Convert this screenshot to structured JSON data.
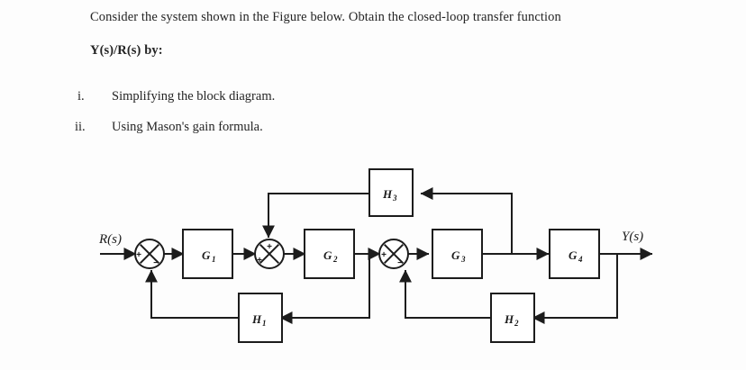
{
  "document": {
    "stem": {
      "line1": "Consider the system shown in the Figure below. Obtain the closed-loop transfer function",
      "line2": "Y(s)/R(s) by:"
    },
    "tasks": [
      {
        "marker": "i.",
        "text": "Simplifying the block diagram."
      },
      {
        "marker": "ii.",
        "text": "Using Mason's gain formula."
      }
    ]
  },
  "diagram": {
    "input_label": "R(s)",
    "output_label": "Y(s)",
    "blocks": [
      {
        "id": "G1",
        "base": "G",
        "sub": "1"
      },
      {
        "id": "G2",
        "base": "G",
        "sub": "2"
      },
      {
        "id": "G3",
        "base": "G",
        "sub": "3"
      },
      {
        "id": "G4",
        "base": "G",
        "sub": "4"
      },
      {
        "id": "H1",
        "base": "H",
        "sub": "1"
      },
      {
        "id": "H2",
        "base": "H",
        "sub": "2"
      },
      {
        "id": "H3",
        "base": "H",
        "sub": "3"
      }
    ],
    "summing_junctions": [
      {
        "id": "S1",
        "left_sign": "+",
        "bottom_sign": "−"
      },
      {
        "id": "S2",
        "left_sign": "+",
        "top_sign": "+"
      },
      {
        "id": "S3",
        "left_sign": "+",
        "bottom_sign": "−"
      }
    ],
    "colors": {
      "line": "#1c1c1c",
      "block_fill": "#ffffff",
      "background": "#fdfdfd"
    }
  }
}
